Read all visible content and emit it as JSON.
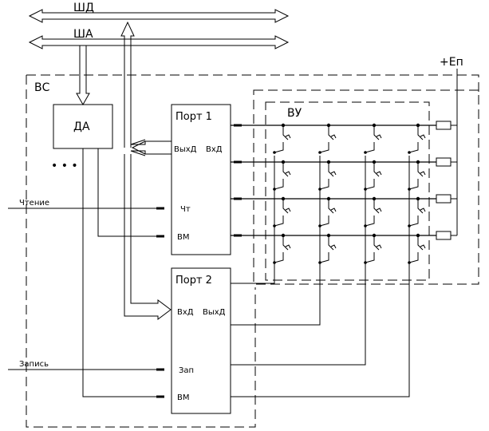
{
  "buses": {
    "data_bus": "ШД",
    "address_bus": "ША"
  },
  "system": {
    "label": "ВС",
    "power": "+Еп",
    "ellipsis": "• • •"
  },
  "decoder": {
    "label": "ДА"
  },
  "port1": {
    "title": "Порт 1",
    "out": "ВыхД",
    "in": "ВхД",
    "read": "Чт",
    "select": "ВМ"
  },
  "port2": {
    "title": "Порт 2",
    "in": "ВхД",
    "out": "ВыхД",
    "write": "Зап",
    "select": "ВМ"
  },
  "device": {
    "label": "ВУ"
  },
  "signals": {
    "read": "Чтение",
    "write": "Запись"
  }
}
